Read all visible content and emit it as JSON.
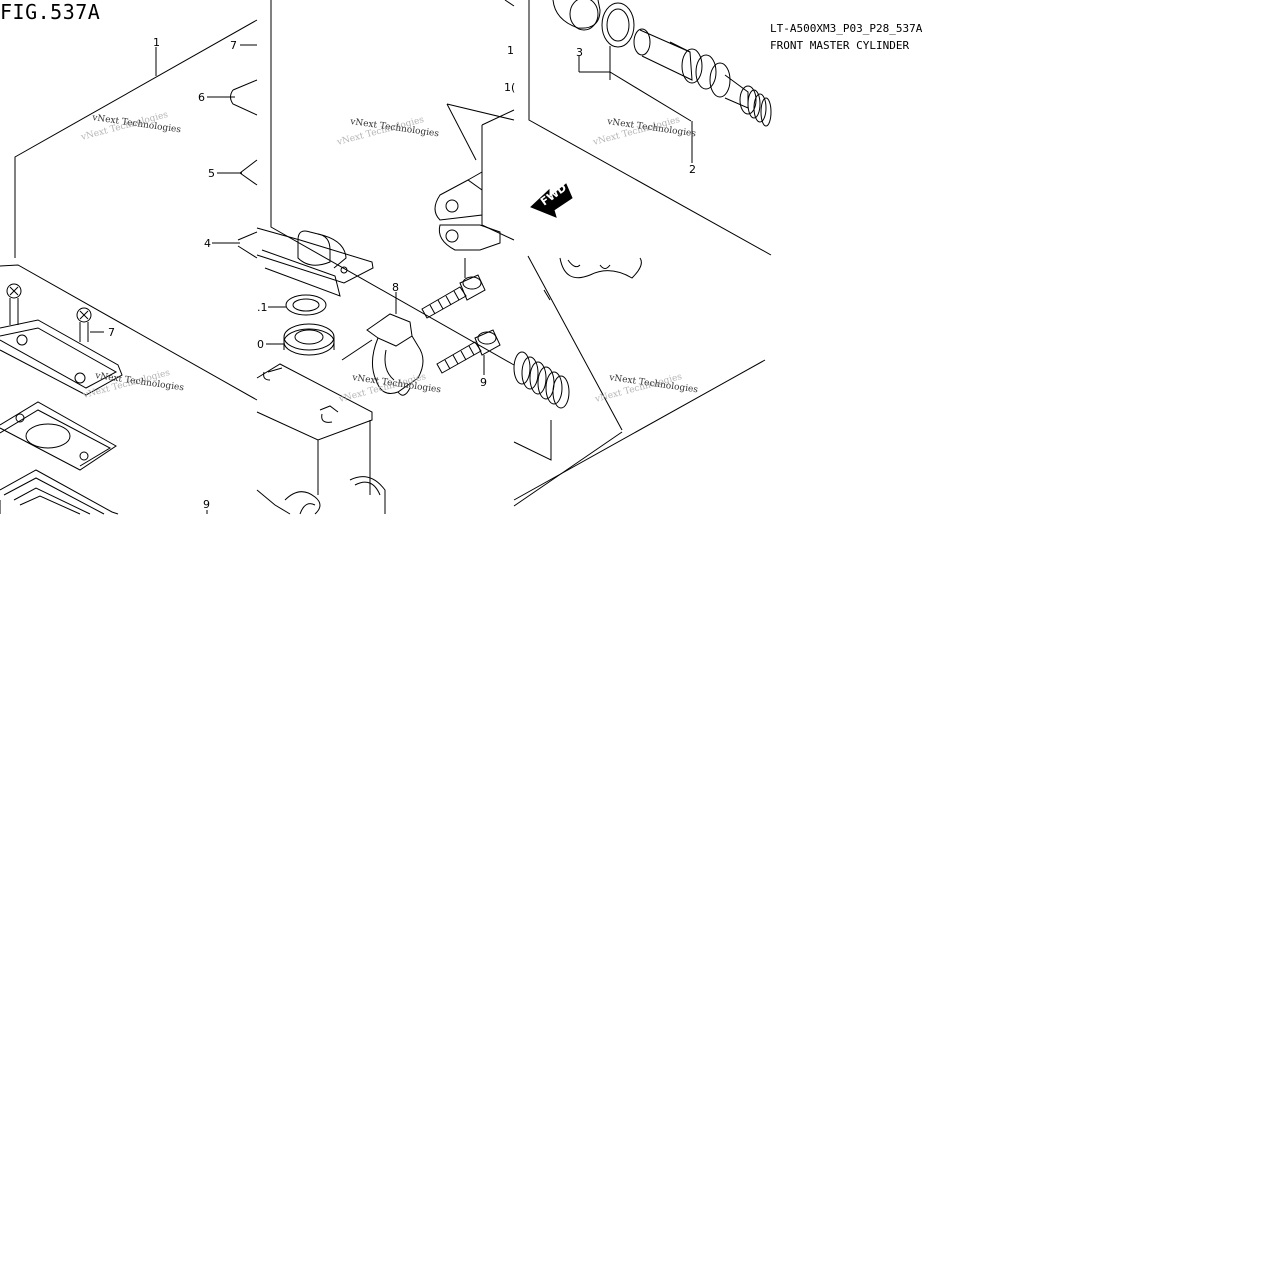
{
  "figure": {
    "label": "FIG.537A",
    "code": "LT-A500XM3_P03_P28_537A",
    "title": "FRONT MASTER CYLINDER"
  },
  "callouts": {
    "p1": "1",
    "p2": "2",
    "p3": "3",
    "p4": "4",
    "p5": "5",
    "p6": "6",
    "p7_top": "7",
    "p7_screw": "7",
    "p8": "8",
    "p9_bolt": "9",
    "p9_bottom": "9",
    "p10_cut": "0",
    "p11_cut": ".1",
    "p1_cut": "1",
    "p10_partial": "1("
  },
  "direction_marker": "FWD",
  "watermark": {
    "text": "vNext Technologies",
    "ghost": "vNext Technologies"
  },
  "icons": {
    "direction": "fwd-arrow-icon"
  }
}
